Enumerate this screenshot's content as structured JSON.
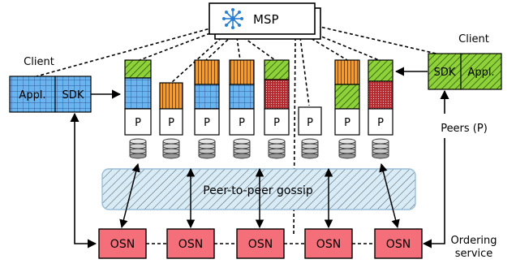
{
  "msp": {
    "label": "MSP"
  },
  "clients": {
    "left": {
      "title": "Client",
      "app_label": "Appl.",
      "sdk_label": "SDK"
    },
    "right": {
      "title": "Client",
      "app_label": "Appl.",
      "sdk_label": "SDK"
    }
  },
  "peers": {
    "node_label": "P",
    "count": 8,
    "legend": "Peers (P)"
  },
  "gossip": {
    "label": "Peer-to-peer gossip"
  },
  "ordering": {
    "node_label": "OSN",
    "count": 5,
    "legend_line1": "Ordering",
    "legend_line2": "service"
  },
  "colors": {
    "blue_grid": "#6ab4f0",
    "green_hatch": "#8ed23a",
    "orange_striped": "#ff9b1a",
    "red_dotted": "#b52a2f",
    "osn_fill": "#f46f7a",
    "gossip_fill": "#d8ecf7"
  }
}
